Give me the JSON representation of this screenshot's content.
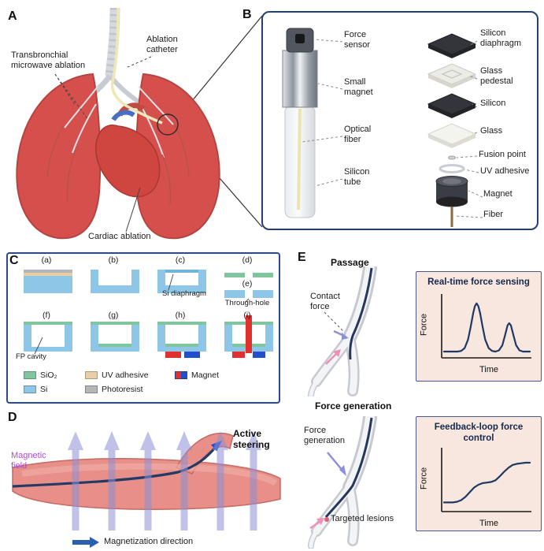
{
  "colors": {
    "inset_border": "#24406e",
    "process_border": "#2a4a8a",
    "chart_bg": "#f7e7de",
    "curve": "#1f3864",
    "magnetic_field_text": "#a94fd0",
    "lung_red": "#d5504c",
    "field_arrow": "#8d90d6"
  },
  "panel_a": {
    "letter": "A",
    "labels": {
      "ablation_catheter": "Ablation\ncatheter",
      "transbronchial": "Transbronchial\nmicrowave ablation",
      "cardiac_ablation": "Cardiac ablation"
    }
  },
  "panel_b": {
    "letter": "B",
    "probe_labels": {
      "force_sensor": "Force\nsensor",
      "small_magnet": "Small\nmagnet",
      "optical_fiber": "Optical\nfiber",
      "silicon_tube": "Silicon\ntube"
    },
    "stack_labels": {
      "silicon_diaphragm": "Silicon\ndiaphragm",
      "glass_pedestal": "Glass\npedestal",
      "silicon": "Silicon",
      "glass": "Glass",
      "fusion_point": "Fusion point",
      "uv_adhesive": "UV adhesive",
      "magnet": "Magnet",
      "fiber": "Fiber"
    }
  },
  "panel_c": {
    "letter": "C",
    "steps": [
      "(a)",
      "(b)",
      "(c)",
      "(d)",
      "(e)",
      "(f)",
      "(g)",
      "(h)",
      "(i)"
    ],
    "annotations": {
      "si_diaphragm": "Si diaphragm",
      "through_hole": "Through-hole",
      "fp_cavity": "FP cavity"
    },
    "legend": [
      {
        "label": "SiO₂",
        "color": "#7fc69e"
      },
      {
        "label": "Si",
        "color": "#8ec6e8"
      },
      {
        "label": "UV adhesive",
        "color": "#e9cfa8"
      },
      {
        "label": "Photoresist",
        "color": "#b5b5b5"
      },
      {
        "label": "Magnet",
        "color": "linear-gradient(90deg,#e0312e 50%,#2150c8 50%)"
      }
    ]
  },
  "panel_d": {
    "letter": "D",
    "magnetic_field": "Magnetic\nfield",
    "active_steering": "Active\nsteering",
    "magnetization_direction": "Magnetization direction"
  },
  "panel_e": {
    "letter": "E",
    "passage_title": "Passage",
    "contact_force": "Contact\nforce",
    "force_generation_title": "Force generation",
    "force_generation_label": "Force\ngeneration",
    "targeted_lesions": "Targeted lesions"
  },
  "chart_data": [
    {
      "type": "line",
      "title": "Real-time force sensing",
      "xlabel": "Time",
      "ylabel": "Force",
      "ylim": [
        0,
        1
      ],
      "grid": false,
      "description": "Two contact-force peaks recorded during passage",
      "x": [
        0,
        4,
        8,
        12,
        16,
        20,
        24,
        28,
        31,
        34,
        36,
        38,
        40,
        42,
        45,
        48,
        52,
        56,
        60,
        64,
        68,
        71,
        74,
        76,
        78,
        81,
        84,
        88,
        92,
        96,
        100
      ],
      "y": [
        0.07,
        0.07,
        0.07,
        0.07,
        0.07,
        0.08,
        0.13,
        0.28,
        0.5,
        0.75,
        0.87,
        0.92,
        0.87,
        0.75,
        0.5,
        0.28,
        0.13,
        0.08,
        0.07,
        0.09,
        0.18,
        0.35,
        0.53,
        0.57,
        0.53,
        0.35,
        0.18,
        0.09,
        0.07,
        0.07,
        0.07
      ]
    },
    {
      "type": "line",
      "title": "Feedback-loop force control",
      "xlabel": "Time",
      "ylabel": "Force",
      "ylim": [
        0,
        1
      ],
      "grid": false,
      "description": "Stepwise increasing force under feedback-loop control",
      "x": [
        0,
        5,
        10,
        15,
        20,
        25,
        30,
        35,
        40,
        45,
        50,
        55,
        60,
        65,
        70,
        75,
        80,
        85,
        90,
        95,
        100
      ],
      "y": [
        0.12,
        0.12,
        0.12,
        0.13,
        0.16,
        0.22,
        0.3,
        0.38,
        0.43,
        0.46,
        0.47,
        0.48,
        0.51,
        0.58,
        0.66,
        0.73,
        0.78,
        0.8,
        0.81,
        0.82,
        0.82
      ]
    }
  ]
}
